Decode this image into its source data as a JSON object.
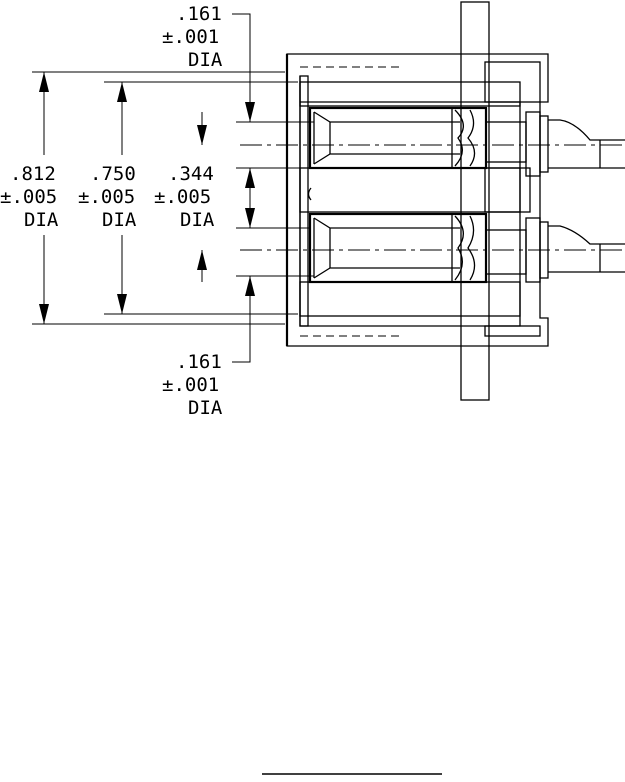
{
  "callouts": {
    "top_hole": {
      "value": ".161",
      "tol": "±.001",
      "unit": "DIA"
    },
    "outer_dia": {
      "value": ".812",
      "tol": "±.005",
      "unit": "DIA"
    },
    "inner_dia": {
      "value": ".750",
      "tol": "±.005",
      "unit": "DIA"
    },
    "spacing": {
      "value": ".344",
      "tol": "±.005",
      "unit": "DIA"
    },
    "bottom_hole": {
      "value": ".161",
      "tol": "±.001",
      "unit": "DIA"
    }
  }
}
